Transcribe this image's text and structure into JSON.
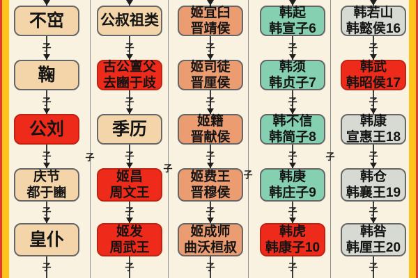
{
  "diagram": {
    "type": "genealogy-flowchart",
    "connector_label": "子",
    "colors": {
      "background": "#FAF2E1",
      "stripe_gold": "#FFC41C",
      "stripe_red": "#E23A2E",
      "box_tan": "#F3D5A9",
      "box_coral": "#EB9C70",
      "box_teal": "#85D0B1",
      "box_grey": "#D6DAD3",
      "box_red": "#EE2B1A",
      "box_border": "#666666",
      "line": "#3c3c3c",
      "text": "#141414"
    },
    "columns": [
      {
        "name": "zhou-ancestors-1",
        "boxes": [
          {
            "variant": "tan",
            "line1": "不窋"
          },
          {
            "variant": "tan",
            "line1": "鞠"
          },
          {
            "variant": "red",
            "line1": "公刘"
          },
          {
            "variant": "tan",
            "line1": "庆节",
            "line2": "都于豳"
          },
          {
            "variant": "tan",
            "line1": "皇仆"
          }
        ]
      },
      {
        "name": "zhou-ancestors-2",
        "boxes": [
          {
            "variant": "tan",
            "line1": "公叔祖类"
          },
          {
            "variant": "red",
            "line1": "古公亶父",
            "line2": "去豳于歧"
          },
          {
            "variant": "tan",
            "line1": "季历"
          },
          {
            "variant": "red",
            "line1": "姬昌",
            "line2": "周文王"
          },
          {
            "variant": "red",
            "line1": "姬发",
            "line2": "周武王"
          }
        ]
      },
      {
        "name": "jin-rulers",
        "boxes": [
          {
            "variant": "coral",
            "line1": "姬宜臼",
            "line2": "晋靖侯"
          },
          {
            "variant": "coral",
            "line1": "姬司徒",
            "line2": "晋厘侯"
          },
          {
            "variant": "coral",
            "line1": "姬籍",
            "line2": "晋献侯"
          },
          {
            "variant": "coral",
            "line1": "姬费王",
            "line2": "晋穆侯"
          },
          {
            "variant": "coral",
            "line1": "姬成师",
            "line2": "曲沃桓叔"
          }
        ]
      },
      {
        "name": "han-clan-leaders",
        "boxes": [
          {
            "variant": "teal",
            "line1": "韩起",
            "line2": "韩宣子6"
          },
          {
            "variant": "teal",
            "line1": "韩须",
            "line2": "韩贞子7"
          },
          {
            "variant": "teal",
            "line1": "韩不信",
            "line2": "韩简子8"
          },
          {
            "variant": "teal",
            "line1": "韩庚",
            "line2": "韩庄子9"
          },
          {
            "variant": "red",
            "line1": "韩虎",
            "line2": "韩康子10"
          }
        ]
      },
      {
        "name": "han-state-rulers",
        "boxes": [
          {
            "variant": "grey",
            "line1": "韩若山",
            "line2": "韩懿侯16"
          },
          {
            "variant": "red",
            "line1": "韩武",
            "line2": "韩昭侯17"
          },
          {
            "variant": "grey",
            "line1": "韩康",
            "line2": "宣惠王18"
          },
          {
            "variant": "grey",
            "line1": "韩仓",
            "line2": "韩襄王19"
          },
          {
            "variant": "grey",
            "line1": "韩咎",
            "line2": "韩厘王20"
          }
        ]
      }
    ]
  }
}
